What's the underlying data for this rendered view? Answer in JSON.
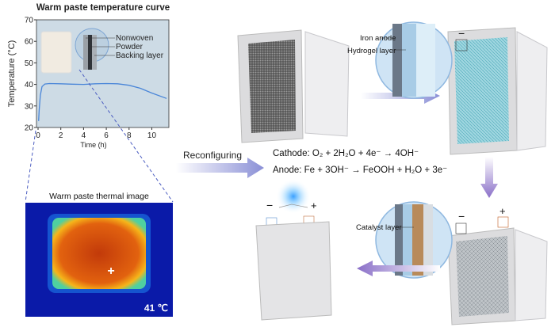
{
  "chart_data": {
    "type": "line",
    "title": "Warm paste temperature curve",
    "xlabel": "Time (h)",
    "ylabel": "Temperature (°C)",
    "xlim": [
      0,
      11.5
    ],
    "ylim": [
      20,
      70
    ],
    "xticks": [
      0,
      2,
      4,
      6,
      8,
      10
    ],
    "yticks": [
      20,
      30,
      40,
      50,
      60,
      70
    ],
    "series": [
      {
        "name": "Warm paste",
        "color": "#4a86d8",
        "x": [
          0.05,
          0.1,
          0.2,
          0.35,
          0.6,
          1,
          2,
          3,
          4,
          5,
          6,
          7,
          8,
          9,
          10,
          11.3
        ],
        "y": [
          23,
          28,
          35,
          39,
          40.2,
          40.4,
          40.3,
          40.1,
          40.0,
          40.3,
          40.4,
          40.3,
          39.6,
          38.2,
          36.0,
          33.5
        ]
      }
    ],
    "inset_labels": [
      "Nonwoven",
      "Powder",
      "Backing layer"
    ]
  },
  "thermal": {
    "title": "Warm paste thermal image",
    "temperature": "41 ℃"
  },
  "process": {
    "reconfigure_label": "Reconfiguring",
    "cathode": "Cathode: O₂ + 2H₂O + 4e⁻ → 4OH⁻",
    "anode": "Anode: Fe + 3OH⁻ → FeOOH + H₂O + 3e⁻",
    "iron_anode": "Iron anode",
    "hydrogel": "Hydrogel layer",
    "catalyst": "Catalyst layer",
    "minus": "−",
    "plus": "+"
  }
}
